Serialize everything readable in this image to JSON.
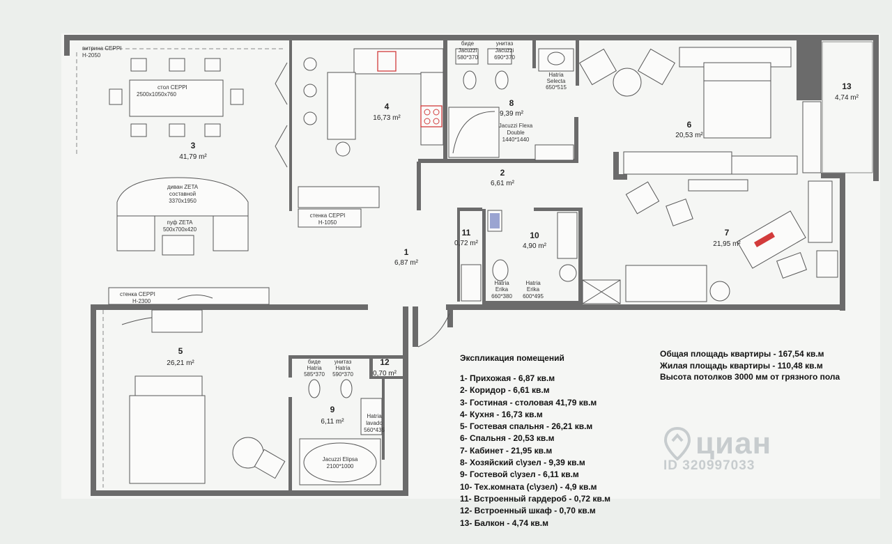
{
  "rooms": [
    {
      "num": "1",
      "area": "6,87 m²"
    },
    {
      "num": "2",
      "area": "6,61 m²"
    },
    {
      "num": "3",
      "area": "41,79 m²"
    },
    {
      "num": "4",
      "area": "16,73 m²"
    },
    {
      "num": "5",
      "area": "26,21 m²"
    },
    {
      "num": "6",
      "area": "20,53 m²"
    },
    {
      "num": "7",
      "area": "21,95 m²"
    },
    {
      "num": "8",
      "area": "9,39 m²"
    },
    {
      "num": "9",
      "area": "6,11 m²"
    },
    {
      "num": "10",
      "area": "4,90 m²"
    },
    {
      "num": "11",
      "area": "0,72 m²"
    },
    {
      "num": "12",
      "area": "0,70 m²"
    },
    {
      "num": "13",
      "area": "4,74 m²"
    }
  ],
  "furniture_labels": {
    "vitrina": [
      "витрина CEPPI",
      "H-2050"
    ],
    "table": [
      "стол CEPPI",
      "2500x1050x760"
    ],
    "sofa": [
      "диван ZETA",
      "составной",
      "3370x1950"
    ],
    "pouf": [
      "пуф ZETA",
      "500x700x420"
    ],
    "wall_living": [
      "стенка CEPPI",
      "H-2300"
    ],
    "wall_kitchen": [
      "стенка CEPPI",
      "H-1050"
    ],
    "bidet_8": [
      "биде",
      "Jacuzzi",
      "580*370"
    ],
    "wc_8": [
      "унитаз",
      "Jacuzzi",
      "690*370"
    ],
    "sink_8": [
      "Hatria",
      "Selecta",
      "650*515"
    ],
    "shower_8": [
      "Jacuzzi Flexa",
      "Double",
      "1440*1440"
    ],
    "bidet_9": [
      "биде",
      "Hatria",
      "585*370"
    ],
    "wc_9": [
      "унитаз",
      "Hatria",
      "590*370"
    ],
    "sink_9": [
      "Hatria",
      "lavado",
      "560*435"
    ],
    "bath_9": [
      "Jacuzzi Elipsa",
      "2100*1000"
    ],
    "wc_10a": [
      "Hatria",
      "Erika",
      "660*380"
    ],
    "wc_10b": [
      "Hatria",
      "Erika",
      "600*495"
    ]
  },
  "legend": {
    "title": "Экспликация помещений",
    "items": [
      "1- Прихожая -  6,87 кв.м",
      "2- Коридор  - 6,61 кв.м",
      "3- Гостиная - столовая  41,79 кв.м",
      "4- Кухня - 16,73 кв.м",
      "5- Гостевая спальня - 26,21 кв.м",
      "6- Спальня - 20,53 кв.м",
      "7- Кабинет - 21,95 кв.м",
      "8- Хозяйский с\\узел - 9,39 кв.м",
      "9- Гостевой с\\узел - 6,11 кв.м",
      "10- Тех.комната (с\\узел) - 4,9 кв.м",
      "11- Встроенный гардероб - 0,72 кв.м",
      "12- Встроенный шкаф - 0,70 кв.м",
      "13- Балкон - 4,74 кв.м"
    ]
  },
  "summary": [
    "Общая площадь квартиры - 167,54 кв.м",
    "Жилая площадь квартиры - 110,48 кв.м",
    "Высота потолков 3000 мм от грязного пола"
  ],
  "watermark": {
    "brand": "циан",
    "id": "ID 320997033"
  },
  "colors": {
    "background": "#ecefec",
    "wall": "#6b6b6b",
    "accent_red": "#d23b3b"
  }
}
